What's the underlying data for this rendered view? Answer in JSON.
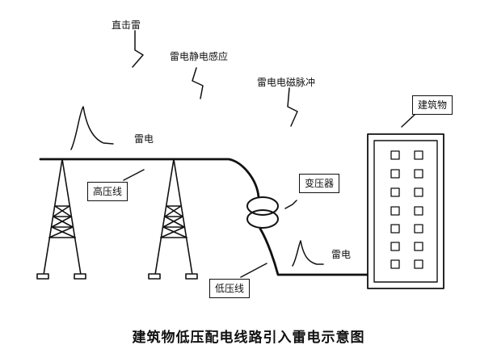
{
  "labels": {
    "direct_strike": "直击雷",
    "static_induction": "雷电静电感应",
    "em_pulse": "雷电电磁脉冲",
    "lightning_top": "雷电",
    "lightning_bottom": "雷电",
    "high_voltage_line": "高压线",
    "transformer": "变压器",
    "low_voltage_line": "低压线",
    "building": "建筑物"
  },
  "caption": "建筑物低压配电线路引入雷电示意图",
  "colors": {
    "ink": "#111111",
    "background": "#ffffff"
  }
}
